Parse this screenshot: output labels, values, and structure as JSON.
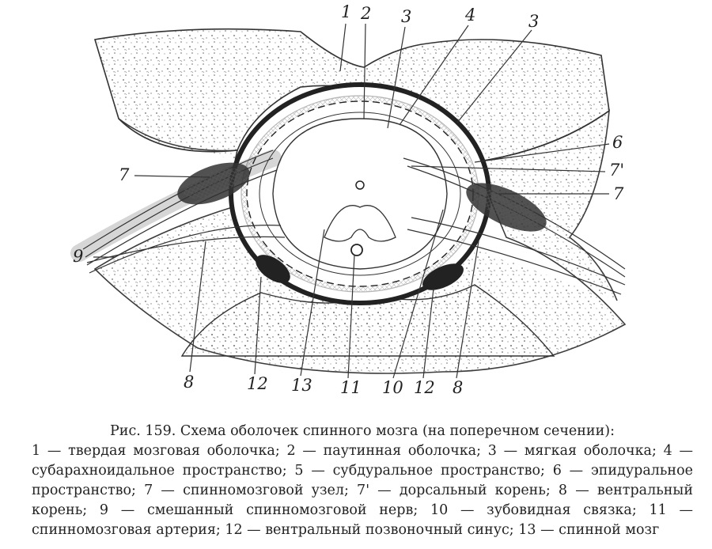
{
  "diagram": {
    "labels": [
      {
        "id": "1",
        "text": "1"
      },
      {
        "id": "2",
        "text": "2"
      },
      {
        "id": "3a",
        "text": "3"
      },
      {
        "id": "4",
        "text": "4"
      },
      {
        "id": "3b",
        "text": "3"
      },
      {
        "id": "6",
        "text": "6"
      },
      {
        "id": "7a",
        "text": "7"
      },
      {
        "id": "7p",
        "text": "7'"
      },
      {
        "id": "7b",
        "text": "7"
      },
      {
        "id": "9",
        "text": "9"
      },
      {
        "id": "8a",
        "text": "8"
      },
      {
        "id": "12a",
        "text": "12"
      },
      {
        "id": "13",
        "text": "13"
      },
      {
        "id": "11",
        "text": "11"
      },
      {
        "id": "10",
        "text": "10"
      },
      {
        "id": "12b",
        "text": "12"
      },
      {
        "id": "8b",
        "text": "8"
      }
    ]
  },
  "caption": {
    "title": "Рис. 159. Схема оболочек спинного мозга (на поперечном сечении):",
    "legend": "1 — твердая мозговая оболочка; 2 — паутинная оболочка; 3 — мягкая оболочка; 4 — субарахноидальное пространство; 5 — субдуральное пространство; 6 — эпидуральное пространство; 7 — спинномозговой узел; 7' — дорсальный корень; 8 — вентральный корень; 9 — смешанный спинномозговой нерв; 10 — зубовидная связка; 11 — спинномозговая артерия; 12 — вентральный позвоночный синус; 13 — спинной мозг"
  }
}
